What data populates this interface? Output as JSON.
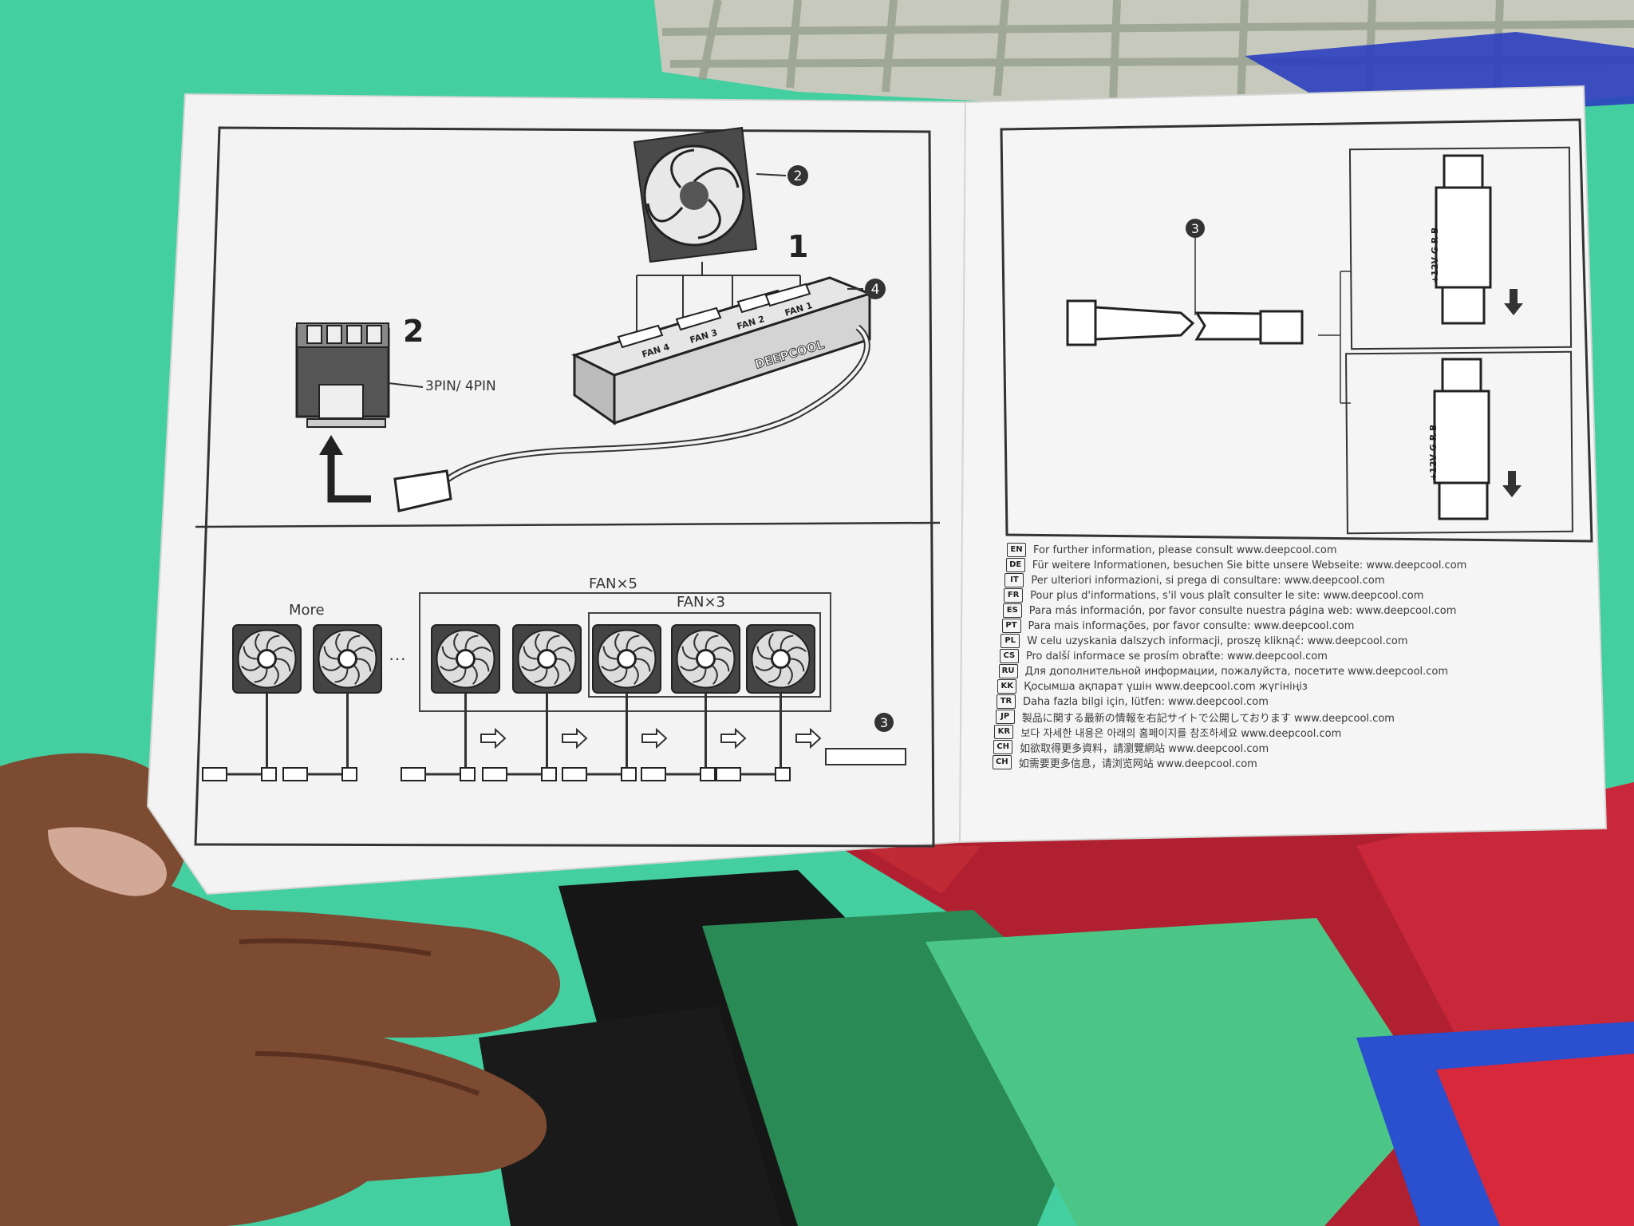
{
  "left_page": {
    "brand": "DEEPCOOL",
    "step_1": "1",
    "step_2": "2",
    "callout_2": "2",
    "callout_3": "3",
    "callout_4": "4",
    "connector_label": "3PIN/ 4PIN",
    "hub_ports": [
      "FAN 4",
      "FAN 3",
      "FAN 2",
      "FAN 1"
    ],
    "group_more": "More",
    "group_fan5": "FAN×5",
    "group_fan3": "FAN×3",
    "callout_3_bottom": "3"
  },
  "right_page": {
    "callout_3": "3",
    "pin_labels_top": "+12V G R B",
    "pin_labels_bottom": "+12V G R B",
    "languages": [
      {
        "code": "EN",
        "text": "For further information, please consult www.deepcool.com"
      },
      {
        "code": "DE",
        "text": "Für weitere Informationen, besuchen Sie bitte unsere Webseite: www.deepcool.com"
      },
      {
        "code": "IT",
        "text": "Per ulteriori informazioni, si prega di consultare: www.deepcool.com"
      },
      {
        "code": "FR",
        "text": "Pour plus d'informations, s'il vous plaît consulter le site: www.deepcool.com"
      },
      {
        "code": "ES",
        "text": "Para más información, por favor consulte nuestra página web: www.deepcool.com"
      },
      {
        "code": "PT",
        "text": "Para mais informações, por favor consulte: www.deepcool.com"
      },
      {
        "code": "PL",
        "text": "W celu uzyskania dalszych informacji, proszę kliknąć: www.deepcool.com"
      },
      {
        "code": "CS",
        "text": "Pro další informace se prosím obraťte: www.deepcool.com"
      },
      {
        "code": "RU",
        "text": "Для дополнительной информации, пожалуйста, посетите www.deepcool.com"
      },
      {
        "code": "KK",
        "text": "Қосымша ақпарат үшін www.deepcool.com жүгініңіз"
      },
      {
        "code": "TR",
        "text": "Daha fazla bilgi için, lütfen: www.deepcool.com"
      },
      {
        "code": "JP",
        "text": "製品に関する最新の情報を右記サイトで公開しております www.deepcool.com"
      },
      {
        "code": "KR",
        "text": "보다 자세한 내용은 아래의 홈페이지를 참조하세요 www.deepcool.com"
      },
      {
        "code": "CH",
        "text": "如欲取得更多資料，請瀏覽網站 www.deepcool.com"
      },
      {
        "code": "CH",
        "text": "如需要更多信息，请浏览网站 www.deepcool.com"
      }
    ]
  },
  "colors": {
    "background_green": "#3ec99a",
    "paper": "#f4f5f4",
    "ink": "#2b2b2b",
    "hand": "#7a4a32",
    "quilt_red": "#b02030"
  }
}
